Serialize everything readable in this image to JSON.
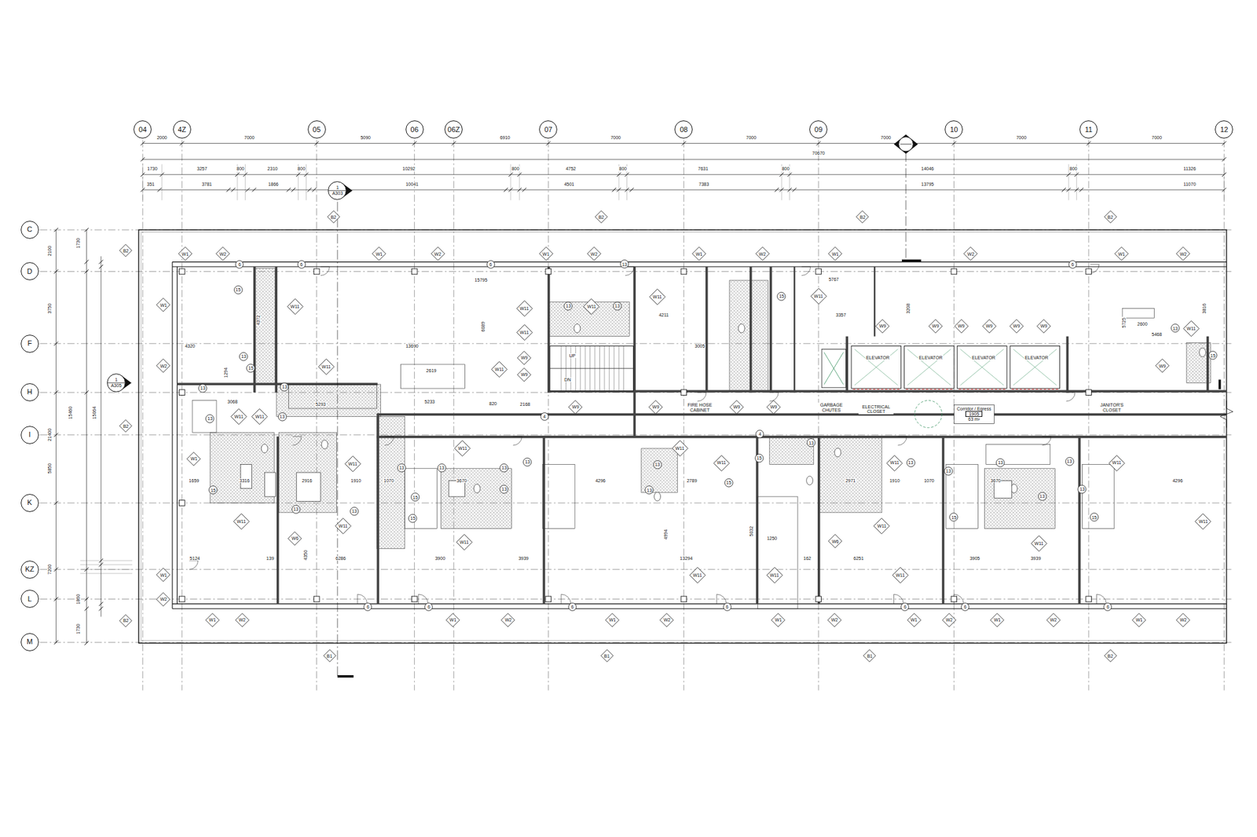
{
  "diagram": {
    "nodes": [
      {
        "text": [
          "04"
        ]
      },
      {
        "text": [
          "4Z"
        ]
      },
      {
        "text": [
          "05"
        ]
      },
      {
        "text": [
          "06"
        ]
      },
      {
        "text": [
          "06Z"
        ]
      },
      {
        "text": [
          "07"
        ]
      },
      {
        "text": [
          "08"
        ]
      },
      {
        "text": [
          "09"
        ]
      },
      {
        "text": [
          "10"
        ]
      },
      {
        "text": [
          "11"
        ]
      },
      {
        "text": [
          "12"
        ]
      },
      {
        "text": [
          "C"
        ]
      },
      {
        "text": [
          "D"
        ]
      },
      {
        "text": [
          "F"
        ]
      },
      {
        "text": [
          "H"
        ]
      },
      {
        "text": [
          "I"
        ]
      },
      {
        "text": [
          "K"
        ]
      },
      {
        "text": [
          "KZ"
        ]
      },
      {
        "text": [
          "L"
        ]
      },
      {
        "text": [
          "M"
        ]
      },
      {
        "text": [
          "1",
          "A303"
        ]
      },
      {
        "text": [
          "1",
          "A305"
        ]
      },
      {
        "text": [
          "Corridor / Egress",
          "1905",
          "63 m²"
        ]
      },
      {
        "text": [
          "W1"
        ]
      },
      {
        "text": [
          "W2"
        ]
      },
      {
        "text": [
          "6"
        ]
      },
      {
        "text": [
          "6"
        ]
      },
      {
        "text": [
          "W1"
        ]
      },
      {
        "text": [
          "W2"
        ]
      },
      {
        "text": [
          "6"
        ]
      },
      {
        "text": [
          "W1"
        ]
      },
      {
        "text": [
          "W2"
        ]
      },
      {
        "text": [
          "13"
        ]
      },
      {
        "text": [
          "W1"
        ]
      },
      {
        "text": [
          "W2"
        ]
      },
      {
        "text": [
          "W1"
        ]
      },
      {
        "text": [
          "W2"
        ]
      },
      {
        "text": [
          "6"
        ]
      },
      {
        "text": [
          "W1"
        ]
      },
      {
        "text": [
          "W2"
        ]
      },
      {
        "text": [
          "B2"
        ]
      },
      {
        "text": [
          "B2"
        ]
      },
      {
        "text": [
          "B2"
        ]
      },
      {
        "text": [
          "B2"
        ]
      },
      {
        "text": [
          "B2"
        ]
      },
      {
        "text": [
          "B2"
        ]
      },
      {
        "text": [
          "B2"
        ]
      },
      {
        "text": [
          "B1"
        ]
      },
      {
        "text": [
          "B1"
        ]
      },
      {
        "text": [
          "B1"
        ]
      },
      {
        "text": [
          "B2"
        ]
      },
      {
        "text": [
          "W1"
        ]
      },
      {
        "text": [
          "W2"
        ]
      },
      {
        "text": [
          "W1"
        ]
      },
      {
        "text": [
          "W2"
        ]
      },
      {
        "text": [
          "W1"
        ]
      },
      {
        "text": [
          "W2"
        ]
      },
      {
        "text": [
          "W1"
        ]
      },
      {
        "text": [
          "W2"
        ]
      },
      {
        "text": [
          "W1"
        ]
      },
      {
        "text": [
          "W2"
        ]
      },
      {
        "text": [
          "W1"
        ]
      },
      {
        "text": [
          "W2"
        ]
      },
      {
        "text": [
          "W1"
        ]
      },
      {
        "text": [
          "W2"
        ]
      },
      {
        "text": [
          "6"
        ]
      },
      {
        "text": [
          "6"
        ]
      },
      {
        "text": [
          "6"
        ]
      },
      {
        "text": [
          "6"
        ]
      },
      {
        "text": [
          "6"
        ]
      },
      {
        "text": [
          "6"
        ]
      },
      {
        "text": [
          "6"
        ]
      },
      {
        "text": [
          "W1"
        ]
      },
      {
        "text": [
          "W2"
        ]
      },
      {
        "text": [
          "W1"
        ]
      },
      {
        "text": [
          "W2"
        ]
      },
      {
        "text": [
          "W11"
        ]
      },
      {
        "text": [
          "W11"
        ]
      },
      {
        "text": [
          "W11"
        ]
      },
      {
        "text": [
          "W11"
        ]
      },
      {
        "text": [
          "W1"
        ]
      },
      {
        "text": [
          "W11"
        ]
      },
      {
        "text": [
          "W11"
        ]
      },
      {
        "text": [
          "W11"
        ]
      },
      {
        "text": [
          "W11"
        ]
      },
      {
        "text": [
          "W11"
        ]
      },
      {
        "text": [
          "W9"
        ]
      },
      {
        "text": [
          "W9"
        ]
      },
      {
        "text": [
          "W11"
        ]
      },
      {
        "text": [
          "W11"
        ]
      },
      {
        "text": [
          "W9"
        ]
      },
      {
        "text": [
          "W9"
        ]
      },
      {
        "text": [
          "W9"
        ]
      },
      {
        "text": [
          "W9"
        ]
      },
      {
        "text": [
          "W9"
        ]
      },
      {
        "text": [
          "W9"
        ]
      },
      {
        "text": [
          "W9"
        ]
      },
      {
        "text": [
          "W9"
        ]
      },
      {
        "text": [
          "W9"
        ]
      },
      {
        "text": [
          "W9"
        ]
      },
      {
        "text": [
          "W11"
        ]
      },
      {
        "text": [
          "W11"
        ]
      },
      {
        "text": [
          "W11"
        ]
      },
      {
        "text": [
          "W11"
        ]
      },
      {
        "text": [
          "W11"
        ]
      },
      {
        "text": [
          "W11"
        ]
      },
      {
        "text": [
          "W11"
        ]
      },
      {
        "text": [
          "W11"
        ]
      },
      {
        "text": [
          "W11"
        ]
      },
      {
        "text": [
          "W11"
        ]
      },
      {
        "text": [
          "W11"
        ]
      },
      {
        "text": [
          "W6"
        ]
      },
      {
        "text": [
          "W6"
        ]
      },
      {
        "text": [
          "W11"
        ]
      },
      {
        "text": [
          "W11"
        ]
      },
      {
        "text": [
          "W9"
        ]
      },
      {
        "text": [
          "W11"
        ]
      },
      {
        "text": [
          "W11"
        ]
      },
      {
        "text": [
          "15"
        ]
      },
      {
        "text": [
          "13"
        ]
      },
      {
        "text": [
          "15"
        ]
      },
      {
        "text": [
          "13"
        ]
      },
      {
        "text": [
          "13"
        ]
      },
      {
        "text": [
          "13"
        ]
      },
      {
        "text": [
          "13"
        ]
      },
      {
        "text": [
          "15"
        ]
      },
      {
        "text": [
          "13"
        ]
      },
      {
        "text": [
          "13"
        ]
      },
      {
        "text": [
          "13"
        ]
      },
      {
        "text": [
          "13"
        ]
      },
      {
        "text": [
          "13"
        ]
      },
      {
        "text": [
          "13"
        ]
      },
      {
        "text": [
          "15"
        ]
      },
      {
        "text": [
          "15"
        ]
      },
      {
        "text": [
          "13"
        ]
      },
      {
        "text": [
          "13"
        ]
      },
      {
        "text": [
          "13"
        ]
      },
      {
        "text": [
          "15"
        ]
      },
      {
        "text": [
          "15"
        ]
      },
      {
        "text": [
          "13"
        ]
      },
      {
        "text": [
          "13"
        ]
      },
      {
        "text": [
          "13"
        ]
      },
      {
        "text": [
          "13"
        ]
      },
      {
        "text": [
          "13"
        ]
      },
      {
        "text": [
          "13"
        ]
      },
      {
        "text": [
          "15"
        ]
      },
      {
        "text": [
          "15"
        ]
      },
      {
        "text": [
          "13"
        ]
      },
      {
        "text": [
          "4"
        ]
      },
      {
        "text": [
          "4"
        ]
      },
      {
        "text": [
          "15"
        ]
      },
      {
        "text": [
          "15"
        ]
      },
      {
        "text": [
          "13"
        ]
      },
      {
        "text": [
          "13"
        ]
      },
      {
        "text": [
          "13"
        ]
      }
    ],
    "labels": [
      "2000",
      "7000",
      "5090",
      "6910",
      "7000",
      "7000",
      "7000",
      "7000",
      "7000",
      "70670",
      "1730",
      "3257",
      "800",
      "2310",
      "800",
      "10292",
      "800",
      "4752",
      "800",
      "7631",
      "800",
      "14046",
      "800",
      "11326",
      "351",
      "3781",
      "1866",
      "10041",
      "4501",
      "7383",
      "13795",
      "11070",
      "2100",
      "3750",
      "21400",
      "5850",
      "7200",
      "1730",
      "15460",
      "15064",
      "1860",
      "1730",
      "UP",
      "DN",
      "ELEVATOR",
      "ELEVATOR",
      "ELEVATOR",
      "ELEVATOR",
      "FIRE HOSE CABINET",
      "GARBAGE CHUTES",
      "ELECTRICAL CLOSET",
      "JANITOR'S CLOSET",
      "15795",
      "13690",
      "4320",
      "3068",
      "5293",
      "5233",
      "2619",
      "820",
      "2168",
      "3005",
      "3357",
      "5767",
      "5468",
      "2600",
      "1659",
      "3316",
      "2916",
      "1910",
      "1070",
      "4296",
      "2789",
      "4296",
      "1910",
      "2971",
      "3670",
      "3670",
      "1070",
      "5124",
      "6286",
      "3900",
      "3939",
      "13294",
      "6251",
      "3905",
      "3939",
      "1250",
      "162",
      "139",
      "4211",
      "6089",
      "4372",
      "4994",
      "5032",
      "4350",
      "3208",
      "3816",
      "5725",
      "1294"
    ]
  }
}
